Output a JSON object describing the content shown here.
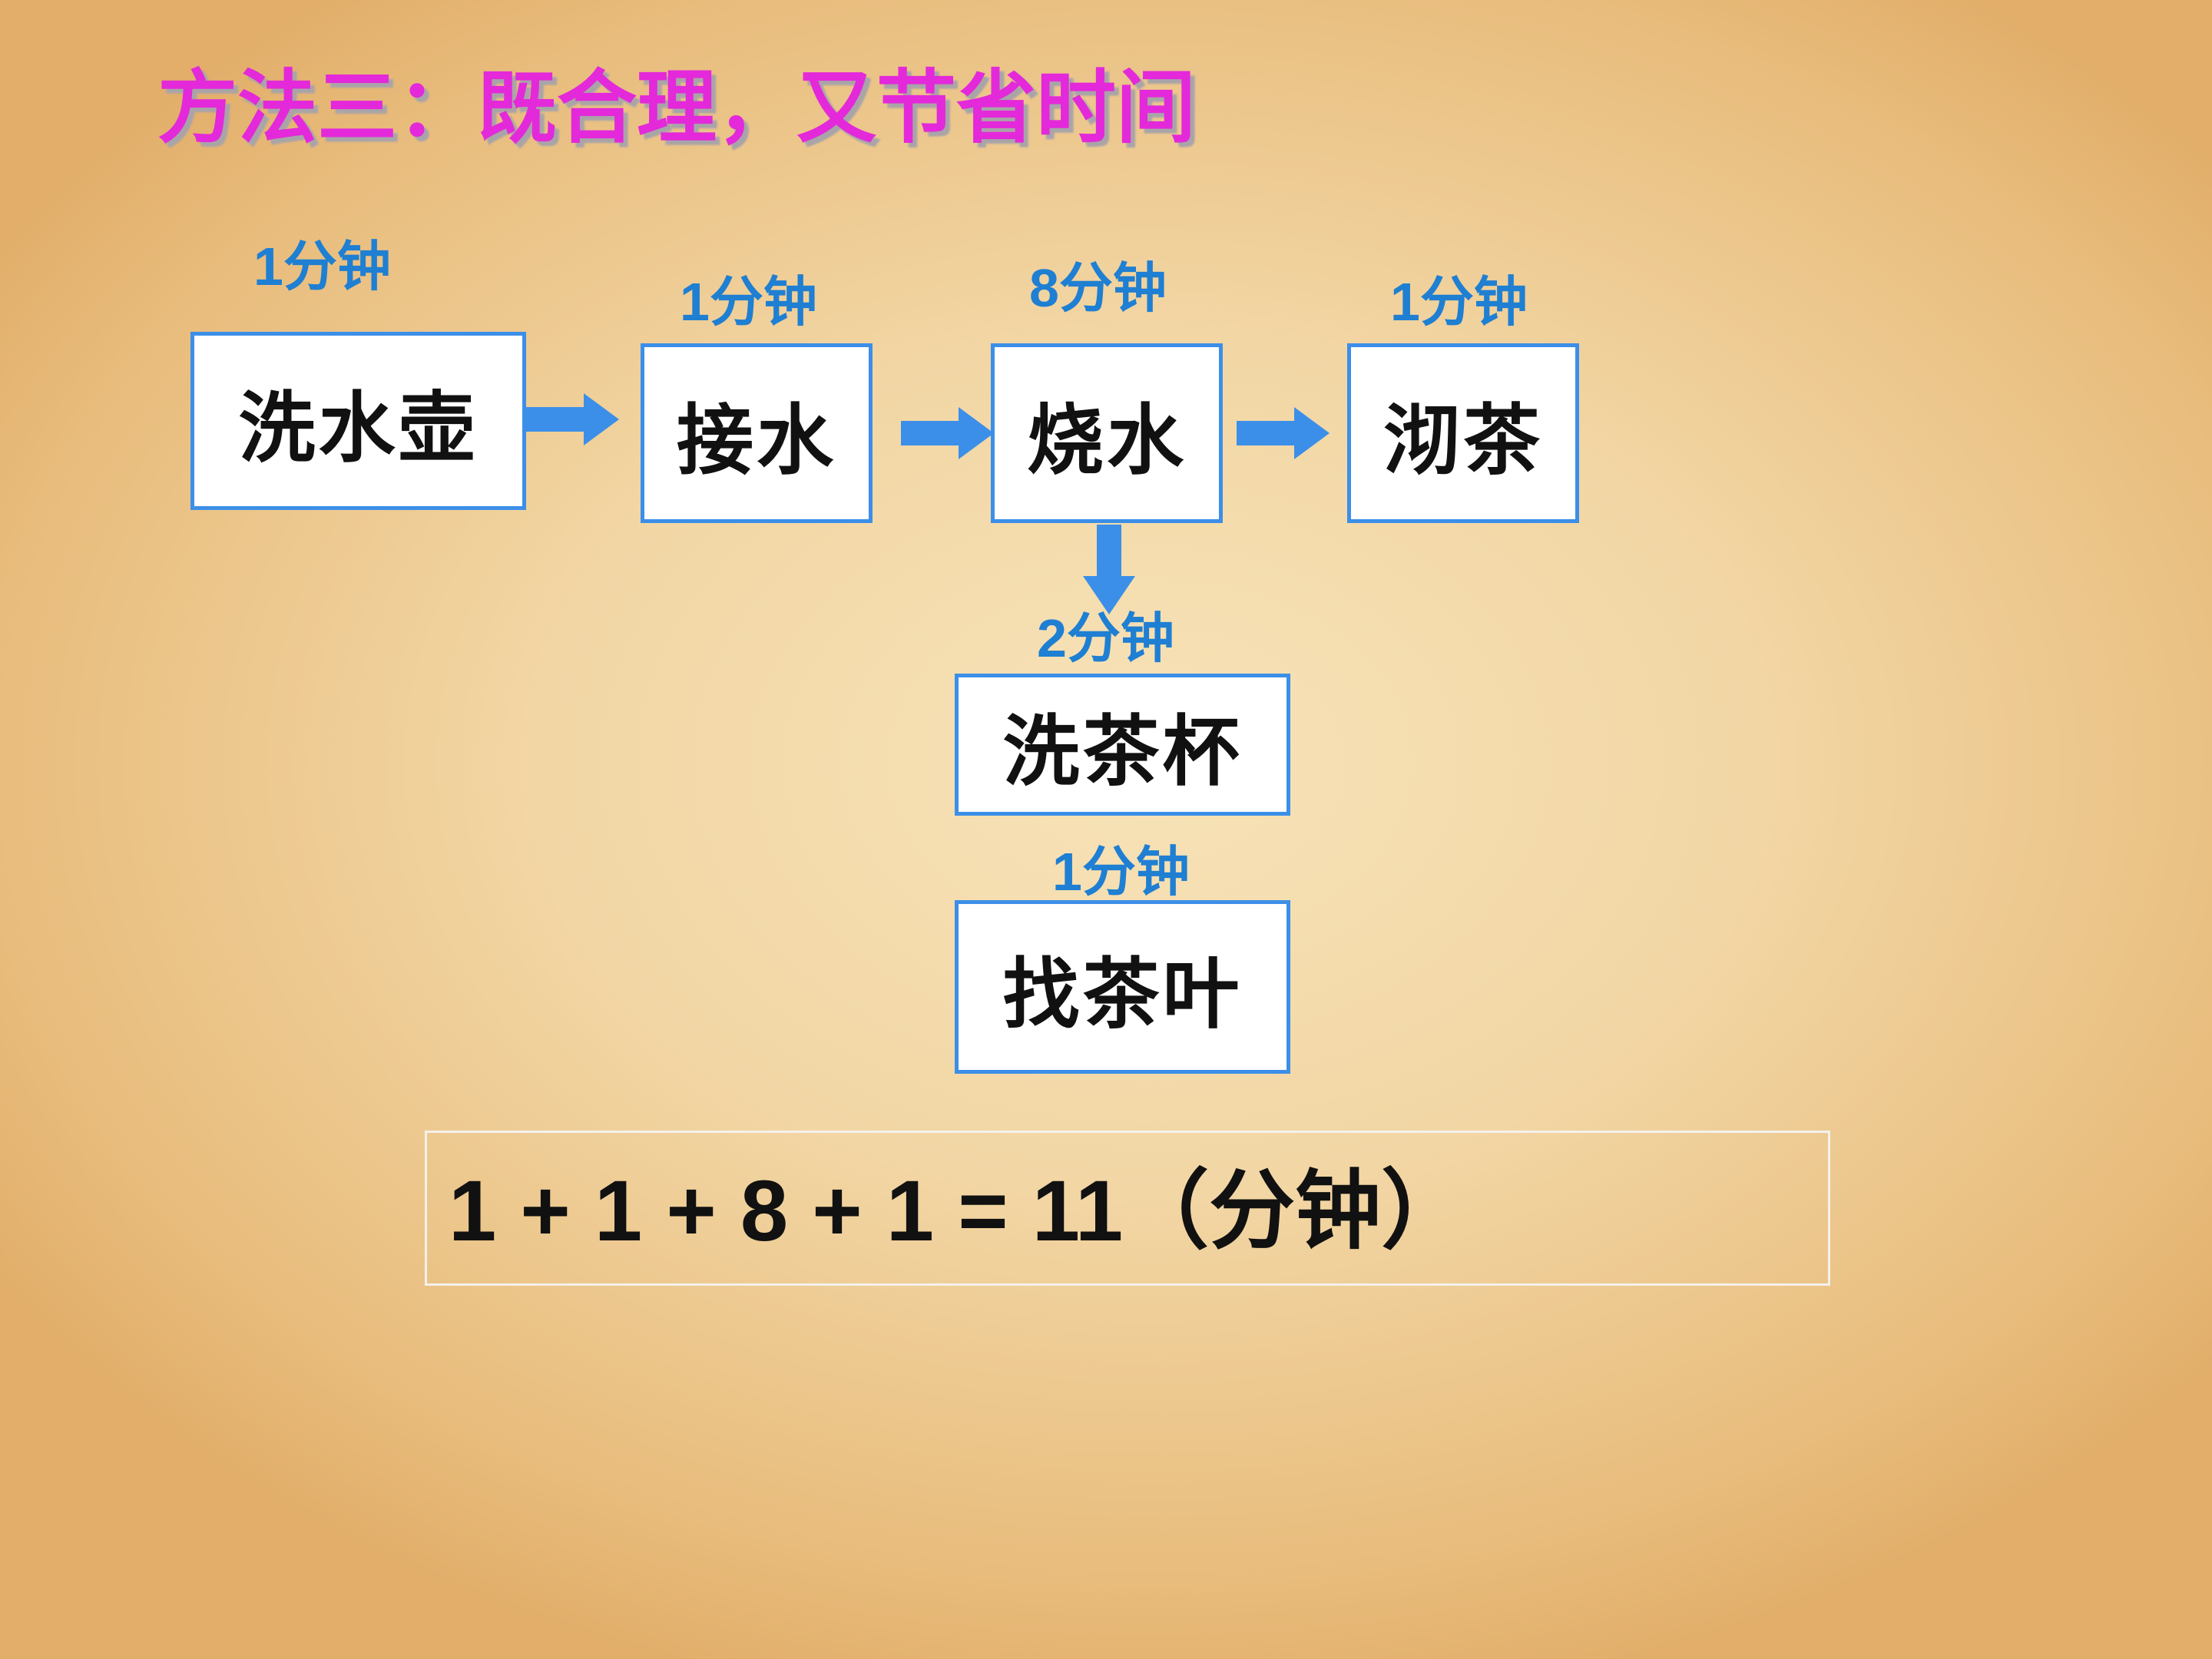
{
  "title": "方法三：既合理，又节省时间",
  "colors": {
    "title": "#e329d9",
    "duration": "#1f7fd2",
    "box_border": "#3c8fe8",
    "arrow": "#3c8fe8"
  },
  "steps": {
    "wash_kettle": {
      "label": "洗水壶",
      "duration": "1分钟"
    },
    "fetch_water": {
      "label": "接水",
      "duration": "1分钟"
    },
    "boil_water": {
      "label": "烧水",
      "duration": "8分钟"
    },
    "brew_tea": {
      "label": "沏茶",
      "duration": "1分钟"
    },
    "wash_cups": {
      "label": "洗茶杯",
      "duration": "2分钟"
    },
    "find_tea": {
      "label": "找茶叶",
      "duration": "1分钟"
    }
  },
  "formula": "1 + 1 + 8 + 1 = 11（分钟）"
}
